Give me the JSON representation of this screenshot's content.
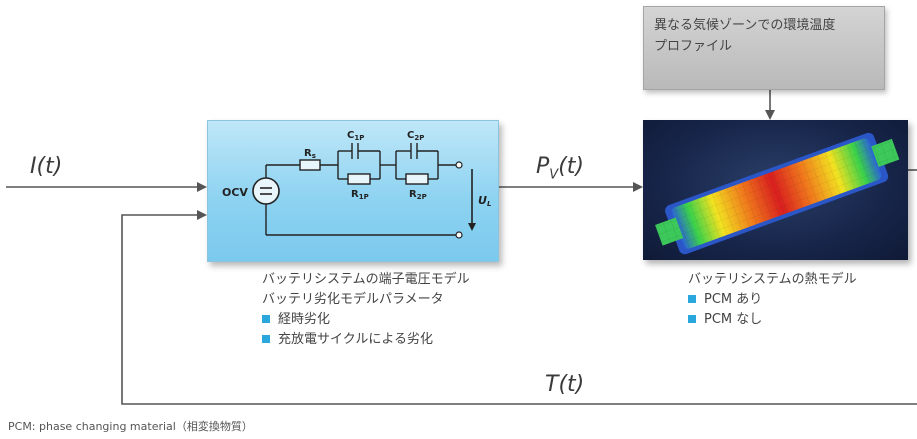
{
  "signals": {
    "input_current": "I(t)",
    "power_main": "P",
    "power_sub": "V",
    "power_tail": "(t)",
    "temperature": "T(t)"
  },
  "environment_box": {
    "line1": "異なる気候ゾーンでの環境温度",
    "line2": "プロファイル"
  },
  "circuit": {
    "ocv": "OCV",
    "r_s": "R",
    "r_s_sub": "s",
    "c1": "C",
    "c1_sub": "1P",
    "r1": "R",
    "r1_sub": "1P",
    "c2": "C",
    "c2_sub": "2P",
    "r2": "R",
    "r2_sub": "2P",
    "u": "U",
    "u_sub": "L"
  },
  "left_description": {
    "line1": "バッテリシステムの端子電圧モデル",
    "line2": "バッテリ劣化モデルパラメータ",
    "items": [
      "経時劣化",
      "充放電サイクルによる劣化"
    ]
  },
  "right_description": {
    "title": "バッテリシステムの熱モデル",
    "items": [
      "PCM あり",
      "PCM なし"
    ]
  },
  "footnote": "PCM: phase changing material（相変換物質）",
  "colors": {
    "bullet": "#2aa7dd",
    "arrow": "#555555",
    "circuit_bg": "#8ed3f1"
  }
}
